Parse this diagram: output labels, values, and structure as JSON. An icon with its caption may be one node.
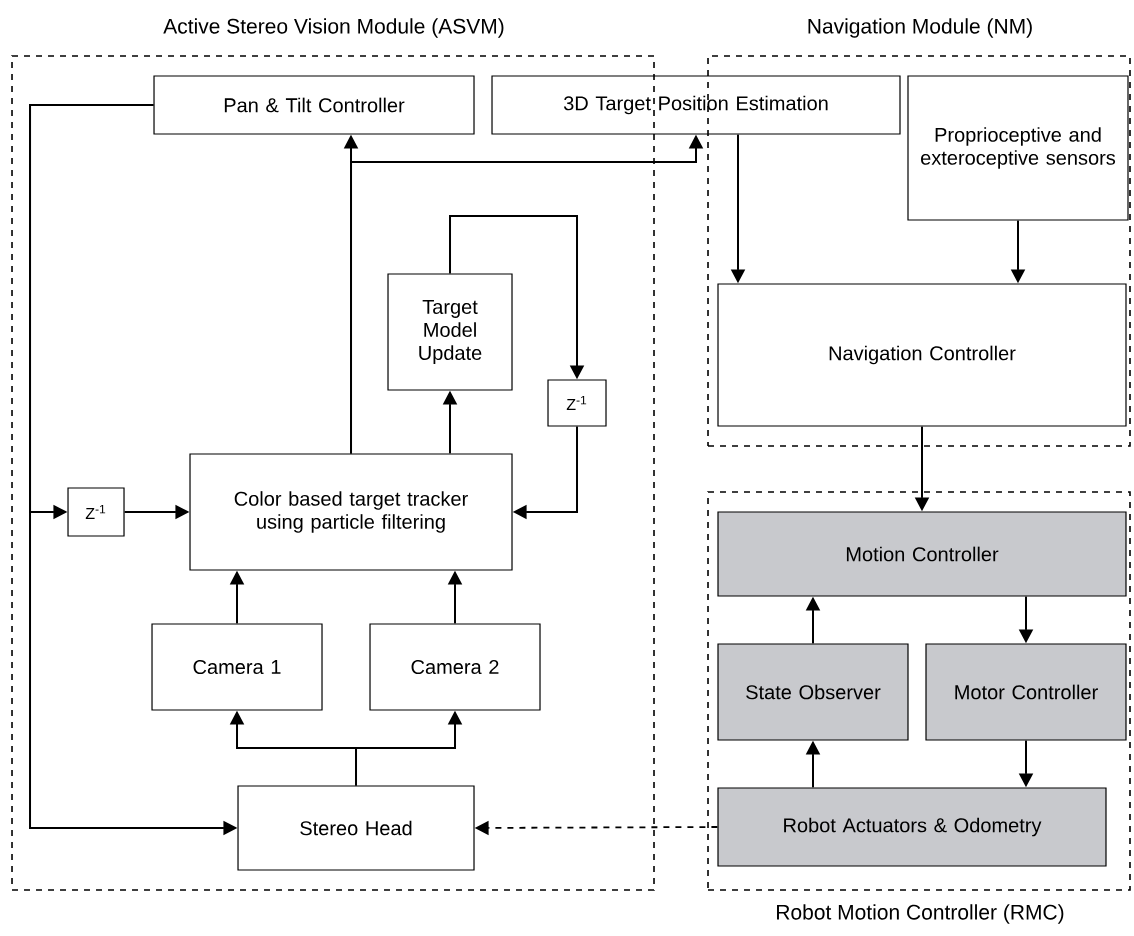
{
  "diagram": {
    "nodes": [
      {
        "text": [
          "Active Stereo Vision Module (ASVM)"
        ]
      },
      {
        "text": [
          "Pan & Tilt Controller"
        ],
        "in": 0
      },
      {
        "text": [
          "3D Target Position Estimation"
        ]
      },
      {
        "text": [
          "Navigation Module (NM)"
        ]
      },
      {
        "text": [
          "Proprioceptive and exteroceptive sensors"
        ],
        "in": 3
      },
      {
        "text": [
          "Navigation Controller"
        ],
        "in": 3
      },
      {
        "text": [
          "Target Model Update"
        ],
        "in": 0
      },
      {
        "text": [
          "Z$^{-1}$"
        ],
        "in": 0
      },
      {
        "text": [
          "Z$^{-1}$"
        ],
        "in": 0
      },
      {
        "text": [
          "Color based target tracker using particle filtering"
        ],
        "in": 0
      },
      {
        "text": [
          "Camera 1"
        ],
        "in": 0
      },
      {
        "text": [
          "Camera 2"
        ],
        "in": 0
      },
      {
        "text": [
          "Stereo Head"
        ],
        "in": 0
      },
      {
        "text": [
          "Robot Motion Controller (RMC)"
        ]
      },
      {
        "text": [
          "Motion Controller"
        ],
        "in": 13
      },
      {
        "text": [
          "State Observer"
        ],
        "in": 13
      },
      {
        "text": [
          "Motor Controller"
        ],
        "in": 13
      },
      {
        "text": [
          "Robot Actuators & Odometry"
        ],
        "in": 13
      }
    ],
    "edges": [
      {
        "from": 9,
        "to": 1,
        "arrow": "to"
      },
      {
        "from": 9,
        "to": 2,
        "arrow": "to"
      },
      {
        "from": 9,
        "to": 6,
        "arrow": "to"
      },
      {
        "from": 6,
        "to": 7,
        "arrow": "to"
      },
      {
        "from": 7,
        "to": 9,
        "arrow": "to"
      },
      {
        "from": 1,
        "to": 12,
        "arrow": "to"
      },
      {
        "from": 1,
        "to": 8,
        "arrow": "to"
      },
      {
        "from": 8,
        "to": 9,
        "arrow": "to"
      },
      {
        "from": 10,
        "to": 9,
        "arrow": "to"
      },
      {
        "from": 11,
        "to": 9,
        "arrow": "to"
      },
      {
        "from": 12,
        "to": 10,
        "arrow": "to"
      },
      {
        "from": 12,
        "to": 11,
        "arrow": "to"
      },
      {
        "from": 2,
        "to": 5,
        "arrow": "to"
      },
      {
        "from": 4,
        "to": 5,
        "arrow": "to"
      },
      {
        "from": 5,
        "to": 14,
        "arrow": "to"
      },
      {
        "from": 14,
        "to": 16,
        "arrow": "to"
      },
      {
        "from": 15,
        "to": 14,
        "arrow": "to"
      },
      {
        "from": 17,
        "to": 15,
        "arrow": "to"
      },
      {
        "from": 16,
        "to": 17,
        "arrow": "to"
      },
      {
        "from": 17,
        "to": 12,
        "arrow": "to",
        "style": "dashed"
      }
    ]
  }
}
